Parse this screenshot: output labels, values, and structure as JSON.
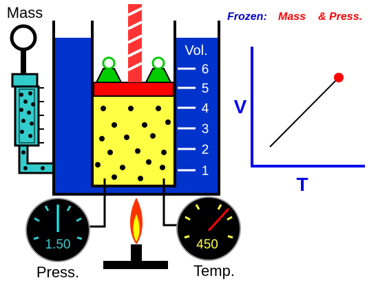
{
  "mass_label": "Mass",
  "press_label": "Press.",
  "temp_label": "Temp.",
  "vol_label": "Vol.",
  "vol_ticks": [
    "6",
    "5",
    "4",
    "3",
    "2",
    "1"
  ],
  "pressure_value": "1.50",
  "temperature_value": "450",
  "frozen": {
    "prefix": "Frozen:",
    "mass": "Mass",
    "amp": "&",
    "press": "Press."
  },
  "graph": {
    "y_axis_label": "V",
    "x_axis_label": "T"
  },
  "colors": {
    "water_blue": "#0033cc",
    "gas_yellow": "#ffff44",
    "piston_red": "#ff0000",
    "weight_green": "#00cc00",
    "manometer_cyan": "#33cccc",
    "gauge_face": "#000000",
    "pressure_needle": "#00ffff",
    "temperature_needle": "#ff0000",
    "frozen_blue": "#0000cc",
    "frozen_red": "#ff0000",
    "graph_axis": "#0000ee",
    "graph_point": "#ff0000"
  }
}
